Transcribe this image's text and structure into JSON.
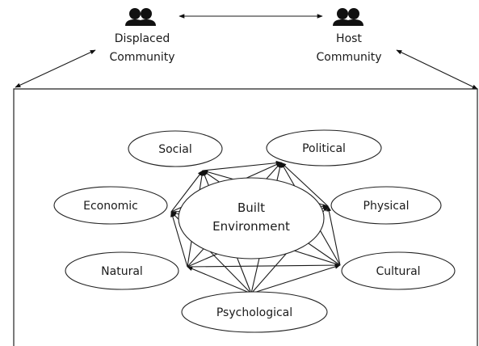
{
  "communities": {
    "displaced": {
      "line1": "Displaced",
      "line2": "Community",
      "icon": "people-icon"
    },
    "host": {
      "line1": "Host",
      "line2": "Community",
      "icon": "people-icon"
    }
  },
  "center": {
    "line1": "Built",
    "line2": "Environment"
  },
  "nodes": {
    "social": "Social",
    "political": "Political",
    "economic": "Economic",
    "physical": "Physical",
    "natural": "Natural",
    "cultural": "Cultural",
    "psychological": "Psychological"
  }
}
